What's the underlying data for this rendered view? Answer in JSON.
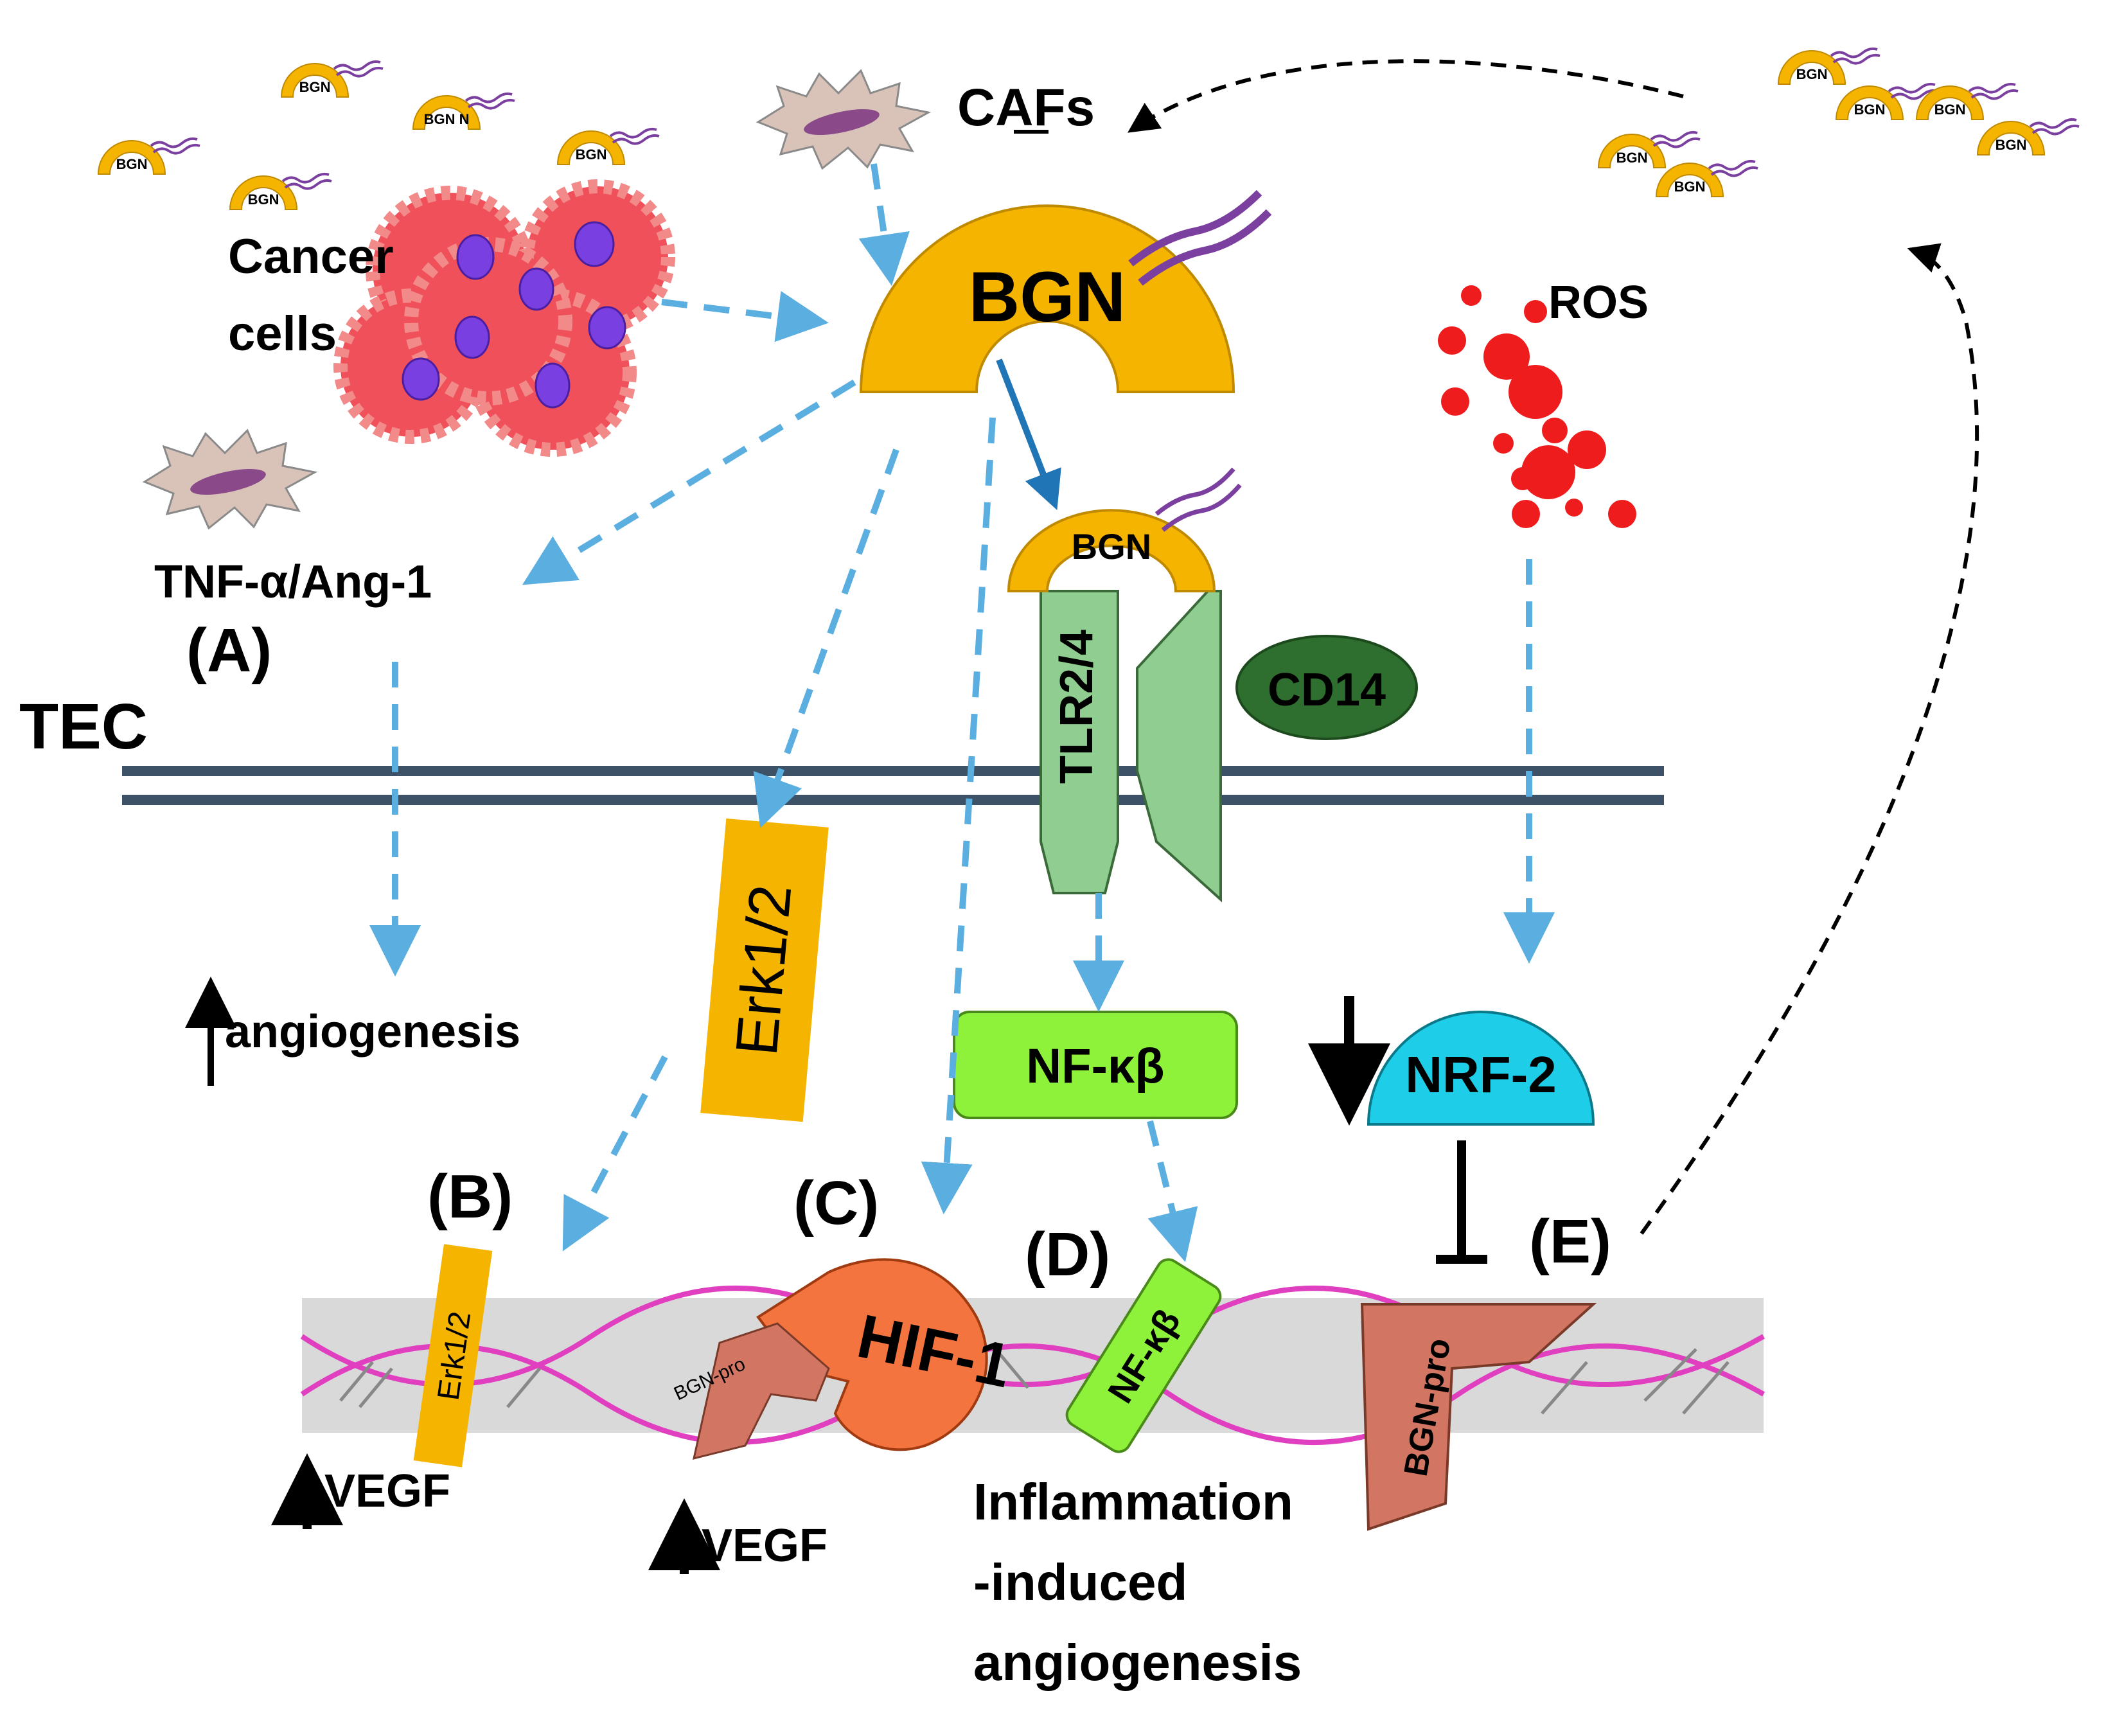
{
  "small_bgn_label": "BGN",
  "small_bgn_n_label": "BGN N",
  "cafs_label": "CAFs",
  "cancer_cells_line1": "Cancer",
  "cancer_cells_line2": "cells",
  "bgn_main_label": "BGN",
  "ros_label": "ROS",
  "tnf_label": "TNF-α/Ang-1",
  "label_a": "(A)",
  "label_b": "(B)",
  "label_c": "(C)",
  "label_d": "(D)",
  "label_e": "(E)",
  "tec_label": "TEC",
  "bgn_receptor_label": "BGN",
  "tlr_label": "TLR2/4",
  "cd14_label": "CD14",
  "angiogenesis_label": "angiogenesis",
  "erk_label": "Erk1/2",
  "erk_small_label": "Erk1/2",
  "nfkb_label": "NF-κβ",
  "nfkb_small_label": "NF-κβ",
  "nrf2_label": "NRF-2",
  "hif_label": "HIF-1",
  "bgn_pro_label": "BGN-pro",
  "vegf_label": "VEGF",
  "inflammation_line1": "Inflammation",
  "inflammation_line2": "-induced",
  "inflammation_line3": "angiogenesis",
  "colors": {
    "bgn": "#f5b400",
    "chain": "#7b3fa0",
    "cancer": "#f0505a",
    "nucleus": "#7a3fe0",
    "caf_body": "#d9c3b9",
    "caf_nucleus": "#8a4a8a",
    "arrow_blue": "#5aaee0",
    "arrow_dark_blue": "#1f75b5",
    "membrane": "#3d5266",
    "tlr": "#8fce90",
    "cd14": "#2e6e2e",
    "nfkb": "#8ff23a",
    "nrf2": "#1ecde8",
    "hif": "#f4743f",
    "bgn_pro": "#d27563",
    "erk": "#f5b400",
    "dna_band": "#d9d9d9",
    "dna_helix": "#e040c0",
    "ros": "#ee1c1c"
  }
}
